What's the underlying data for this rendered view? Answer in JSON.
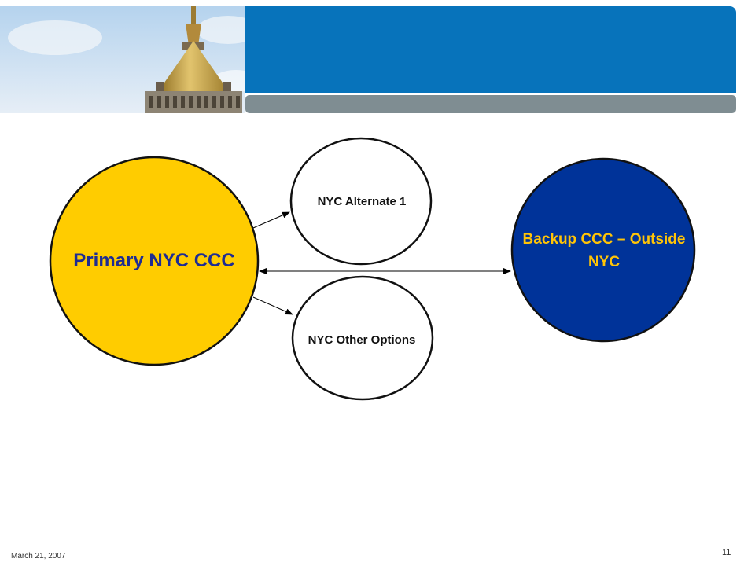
{
  "diagram": {
    "primary": {
      "label": "Primary NYC CCC",
      "fill": "#ffcc00"
    },
    "alternate": {
      "label": "NYC Alternate 1",
      "fill": "#ffffff"
    },
    "other": {
      "label": "NYC Other Options",
      "fill": "#ffffff"
    },
    "backup": {
      "label": "Backup CCC – Outside NYC",
      "fill": "#003399",
      "text_color": "#ffc407"
    }
  },
  "header": {
    "bar_color": "#0773bb",
    "gray_color": "#7f8d92"
  },
  "footer": {
    "date": "March 21, 2007",
    "page_number": "11"
  }
}
